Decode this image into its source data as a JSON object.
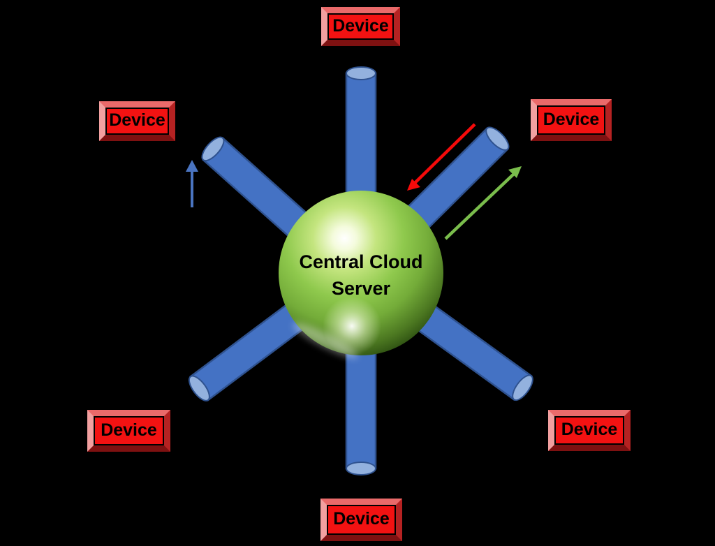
{
  "diagram": {
    "type": "star-topology",
    "background_color": "#000000",
    "server": {
      "label_line1": "Central Cloud",
      "label_line2": "Server",
      "shape": "sphere",
      "color": "#7CB93E",
      "text_color": "#000000"
    },
    "devices": {
      "count": 6,
      "shape": "beveled-button",
      "face_color": "#F31212",
      "text_color": "#000000",
      "items": [
        {
          "label": "Device",
          "position": "top"
        },
        {
          "label": "Device",
          "position": "upper-left"
        },
        {
          "label": "Device",
          "position": "upper-right"
        },
        {
          "label": "Device",
          "position": "lower-left"
        },
        {
          "label": "Device",
          "position": "lower-right"
        },
        {
          "label": "Device",
          "position": "bottom"
        }
      ]
    },
    "spokes": {
      "count": 6,
      "shape": "cylinder",
      "body_color": "#4472C4",
      "cap_color": "#93B1DE",
      "outline_color": "#2F528F"
    },
    "arrows": [
      {
        "name": "red-inbound-arrow",
        "color": "#F50A0A",
        "direction": "toward-server",
        "location": "upper-right-spoke-left-side"
      },
      {
        "name": "green-outbound-arrow",
        "color": "#7ABD4C",
        "direction": "away-from-server",
        "location": "upper-right-spoke-right-side"
      },
      {
        "name": "blue-up-arrow",
        "color": "#4A74C0",
        "direction": "up",
        "location": "left-of-upper-left-spoke"
      }
    ]
  }
}
